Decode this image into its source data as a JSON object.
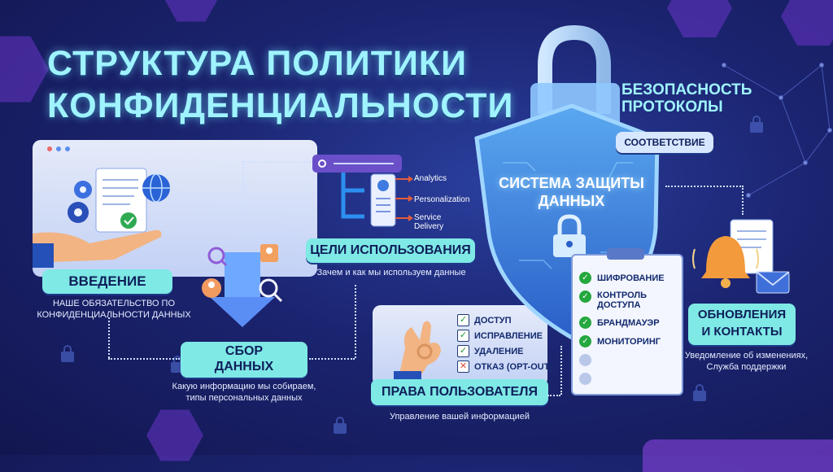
{
  "title": {
    "line1": "СТРУКТУРА ПОЛИТИКИ",
    "line2": "КОНФИДЕНЦИАЛЬНОСТИ"
  },
  "security": {
    "line1": "БЕЗОПАСНОСТЬ",
    "line2": "ПРОТОКОЛЫ",
    "compliance": "СООТВЕТСТВИЕ"
  },
  "shield": {
    "line1": "СИСТЕМА ЗАЩИТЫ",
    "line2": "ДАННЫХ"
  },
  "intro": {
    "label": "ВВЕДЕНИЕ",
    "desc1": "НАШЕ ОБЯЗАТЕЛЬСТВО ПО",
    "desc2": "КОНФИДЕНЦИАЛЬНОСТИ ДАННЫХ"
  },
  "collection": {
    "label1": "СБОР",
    "label2": "ДАННЫХ",
    "desc1": "Какую информацию мы собираем,",
    "desc2": "типы персональных данных"
  },
  "usage": {
    "label": "ЦЕЛИ ИСПОЛЬЗОВАНИЯ",
    "desc": "Зачем и как мы используем данные",
    "flows": [
      "Analytics",
      "Personalization",
      "Service",
      "Delivery"
    ]
  },
  "rights": {
    "label": "ПРАВА ПОЛЬЗОВАТЕЛЯ",
    "desc": "Управление вашей информацией",
    "items": [
      "ДОСТУП",
      "ИСПРАВЛЕНИЕ",
      "УДАЛЕНИЕ",
      "ОТКАЗ (OPT-OUT)"
    ]
  },
  "clipboard": {
    "items": [
      "ШИФРОВАНИЕ",
      "КОНТРОЛЬ",
      "ДОСТУПА",
      "БРАНДМАУЭР",
      "МОНИТОРИНГ"
    ]
  },
  "updates": {
    "label1": "ОБНОВЛЕНИЯ",
    "label2": "И КОНТАКТЫ",
    "desc1": "Уведомление об изменениях,",
    "desc2": "Служба поддержки"
  },
  "colors": {
    "accent": "#7fe9e5",
    "title": "#9ff3ff",
    "background": "#1b2470"
  }
}
